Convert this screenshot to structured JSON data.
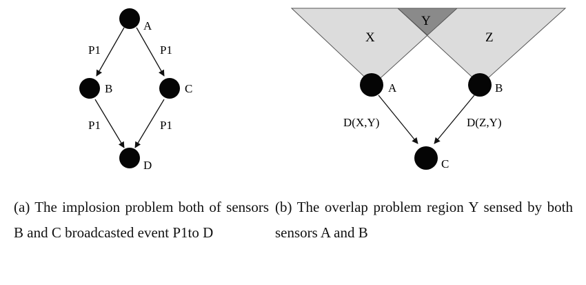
{
  "diagram_a": {
    "nodes": {
      "A": "A",
      "B": "B",
      "C": "C",
      "D": "D"
    },
    "edges": {
      "a_to_b": "P1",
      "a_to_c": "P1",
      "b_to_d": "P1",
      "c_to_d": "P1"
    }
  },
  "diagram_b": {
    "regions": {
      "X": "X",
      "Y": "Y",
      "Z": "Z"
    },
    "nodes": {
      "A": "A",
      "B": "B",
      "C": "C"
    },
    "edges": {
      "a_to_c": "D(X,Y)",
      "b_to_c": "D(Z,Y)"
    }
  },
  "captions": {
    "a": "(a) The implosion problem both of sensors B and C broadcasted event P1to D",
    "b": "(b) The overlap problem region Y sensed by both sensors A and B"
  },
  "colors": {
    "node_fill": "#050505",
    "region_fill": "#dcdcdc",
    "overlap_fill": "#8a8a8a"
  }
}
